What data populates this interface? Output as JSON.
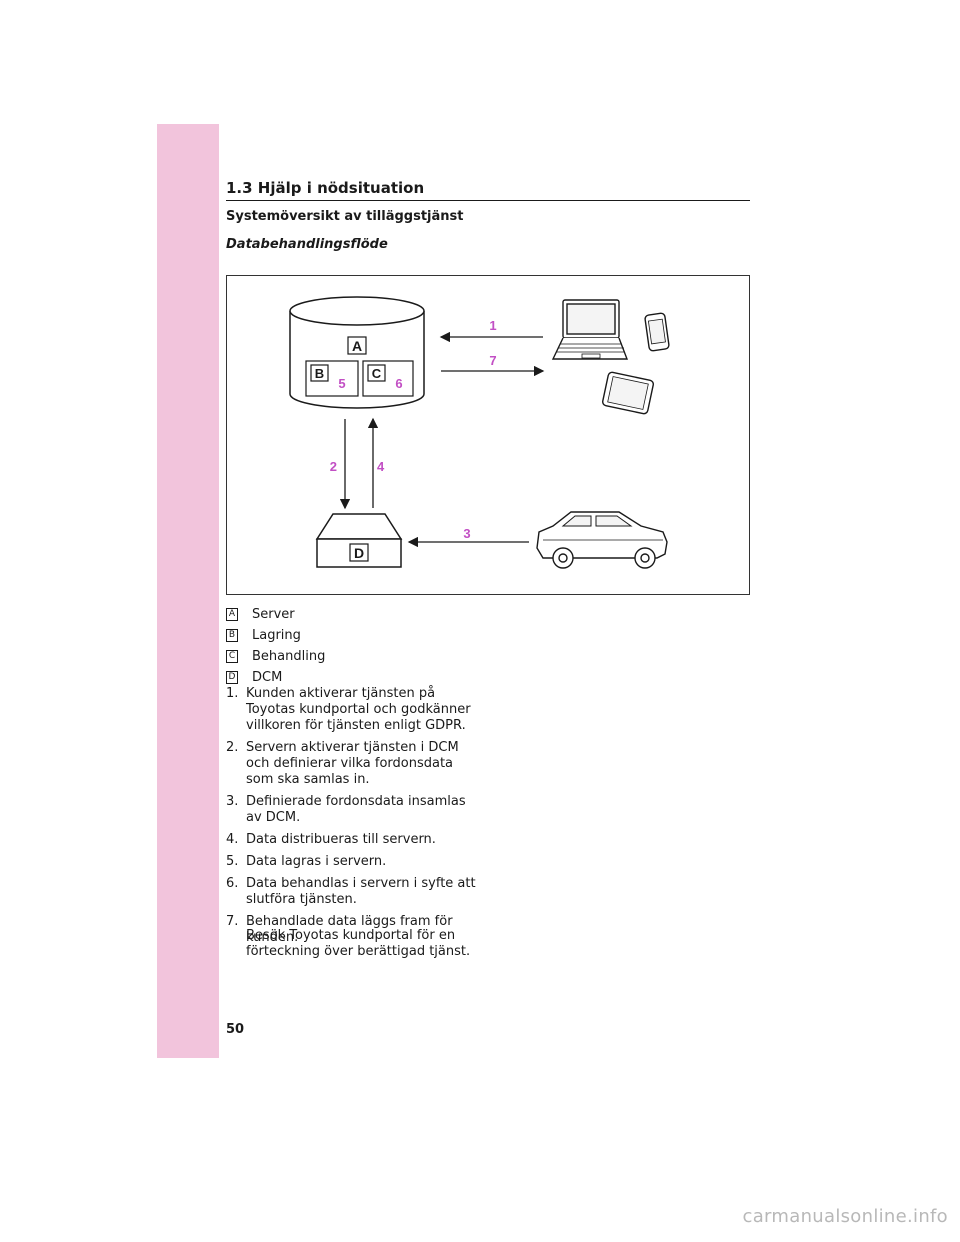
{
  "section": "1.3 Hjälp i nödsituation",
  "subtitle": "Systemöversikt av tilläggstjänst",
  "flow_title": "Databehandlingsflöde",
  "diagram": {
    "box_labels": {
      "a": "A",
      "b": "B",
      "c": "C",
      "d": "D"
    },
    "step_labels": {
      "s1": "1",
      "s2": "2",
      "s3": "3",
      "s4": "4",
      "s5": "5",
      "s6": "6",
      "s7": "7"
    },
    "accent_color": "#c24fc4"
  },
  "legend": [
    {
      "key": "A",
      "label": "Server"
    },
    {
      "key": "B",
      "label": "Lagring"
    },
    {
      "key": "C",
      "label": "Behandling"
    },
    {
      "key": "D",
      "label": "DCM"
    }
  ],
  "steps": [
    {
      "num": "1.",
      "text": "Kunden aktiverar tjänsten på Toyotas kundportal och godkänner villkoren för tjänsten enligt GDPR."
    },
    {
      "num": "2.",
      "text": "Servern aktiverar tjänsten i DCM och definierar vilka fordonsdata som ska samlas in."
    },
    {
      "num": "3.",
      "text": "Definierade fordonsdata insamlas av DCM."
    },
    {
      "num": "4.",
      "text": "Data distribueras till servern."
    },
    {
      "num": "5.",
      "text": "Data lagras i servern."
    },
    {
      "num": "6.",
      "text": "Data behandlas i servern i syfte att slutföra tjänsten."
    },
    {
      "num": "7.",
      "text": "Behandlade data läggs fram för kunden."
    }
  ],
  "note": "Besök Toyotas kundportal för en förteckning över berättigad tjänst.",
  "page_number": "50",
  "watermark": "carmanualsonline.info",
  "colors": {
    "side_tab": "#f2c4dc",
    "accent": "#c24fc4"
  }
}
